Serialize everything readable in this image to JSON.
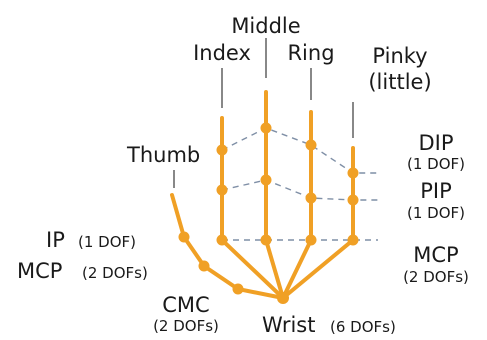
{
  "diagram": {
    "fingers": {
      "middle": "Middle",
      "index": "Index",
      "ring": "Ring",
      "pinky_line1": "Pinky",
      "pinky_line2": "(little)",
      "thumb": "Thumb"
    },
    "joints": {
      "dip": "DIP",
      "dip_dof": "(1 DOF)",
      "pip": "PIP",
      "pip_dof": "(1 DOF)",
      "mcp_right": "MCP",
      "mcp_right_dof": "(2 DOFs)",
      "ip": "IP",
      "ip_dof": "(1 DOF)",
      "mcp_left": "MCP",
      "mcp_left_dof": "(2 DOFs)",
      "cmc": "CMC",
      "cmc_dof": "(2 DOFs)",
      "wrist": "Wrist",
      "wrist_dof": "(6 DOFs)"
    },
    "colors": {
      "bone": "#f0a025",
      "dashed": "#7f8fa6",
      "text": "#1a1a1a"
    }
  }
}
